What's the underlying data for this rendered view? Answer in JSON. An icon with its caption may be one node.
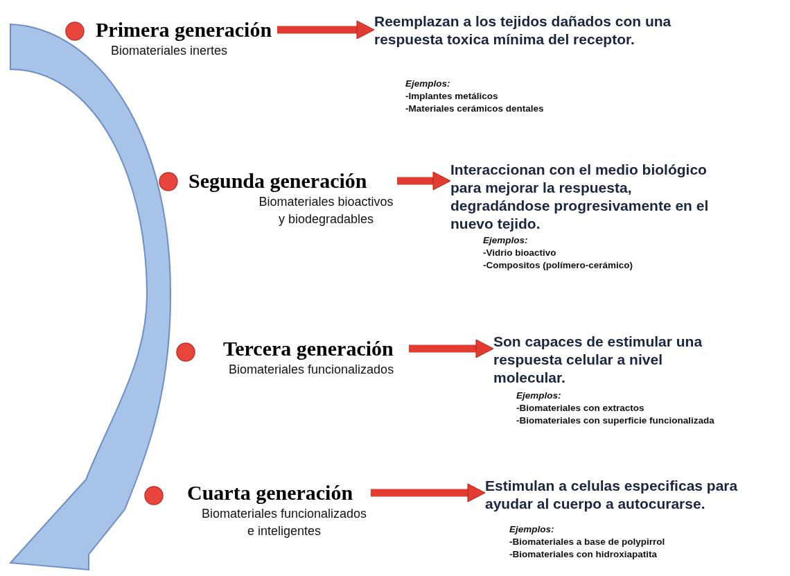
{
  "diagram": {
    "nodes": [
      {
        "text": [
          "Primera generación",
          "Biomateriales inertes"
        ]
      },
      {
        "text": [
          "Reemplazan a los tejidos dañados con una respuesta toxica mínima del receptor."
        ],
        "beside": [
          "Ejemplos:",
          "-Implantes metálicos",
          "-Materiales cerámicos dentales"
        ]
      },
      {
        "text": [
          "Segunda generación",
          "Biomateriales bioactivos y biodegradables"
        ]
      },
      {
        "text": [
          "Interaccionan con el medio biológico para mejorar la respuesta, degradándose progresivamente en el nuevo tejido."
        ],
        "beside": [
          "Ejemplos:",
          "-Vidrio bioactivo",
          "-Compositos (polímero-cerámico)"
        ]
      },
      {
        "text": [
          "Tercera generación",
          "Biomateriales funcionalizados"
        ]
      },
      {
        "text": [
          "Son capaces de estimular una respuesta celular a nivel molecular."
        ],
        "beside": [
          "Ejemplos:",
          "-Biomateriales con extractos",
          "-Biomateriales con superficie funcionalizada"
        ]
      },
      {
        "text": [
          "Cuarta generación",
          "Biomateriales funcionalizados e inteligentes"
        ]
      },
      {
        "text": [
          "Estimulan a celulas especificas para ayudar al cuerpo a autocurarse."
        ],
        "beside": [
          "Ejemplos:",
          "-Biomateriales a base de polypirrol",
          "-Biomateriales con hidroxiapatita"
        ]
      }
    ],
    "edges": [
      {
        "from": 0,
        "to": 1,
        "arrow": "to"
      },
      {
        "from": 2,
        "to": 3,
        "arrow": "to"
      },
      {
        "from": 4,
        "to": 5,
        "arrow": "to"
      },
      {
        "from": 6,
        "to": 7,
        "arrow": "to"
      }
    ]
  }
}
